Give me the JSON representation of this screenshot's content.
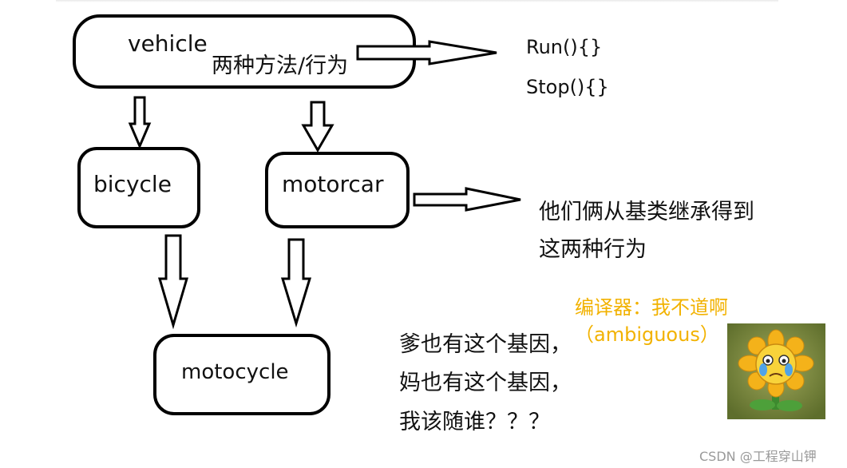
{
  "nodes": {
    "vehicle": "vehicle",
    "bicycle": "bicycle",
    "motorcar": "motorcar",
    "motocycle": "motocycle"
  },
  "vehicle_note": "两种方法/行为",
  "methods": [
    "Run(){}",
    "Stop(){}"
  ],
  "inherit_note": [
    "他们俩从基类继承得到",
    "这两种行为"
  ],
  "compiler_note": [
    "编译器：我不道啊",
    "（ambiguous）"
  ],
  "gene_note": [
    "爹也有这个基因，",
    "妈也有这个基因，",
    "我该随谁？？？"
  ],
  "watermark": "CSDN @工程穿山钾",
  "colors": {
    "stroke": "#000000",
    "compiler_text": "#f2b200",
    "watermark": "#9a9a9a"
  },
  "icons": {
    "sticker": "crying-sunflower-icon"
  }
}
